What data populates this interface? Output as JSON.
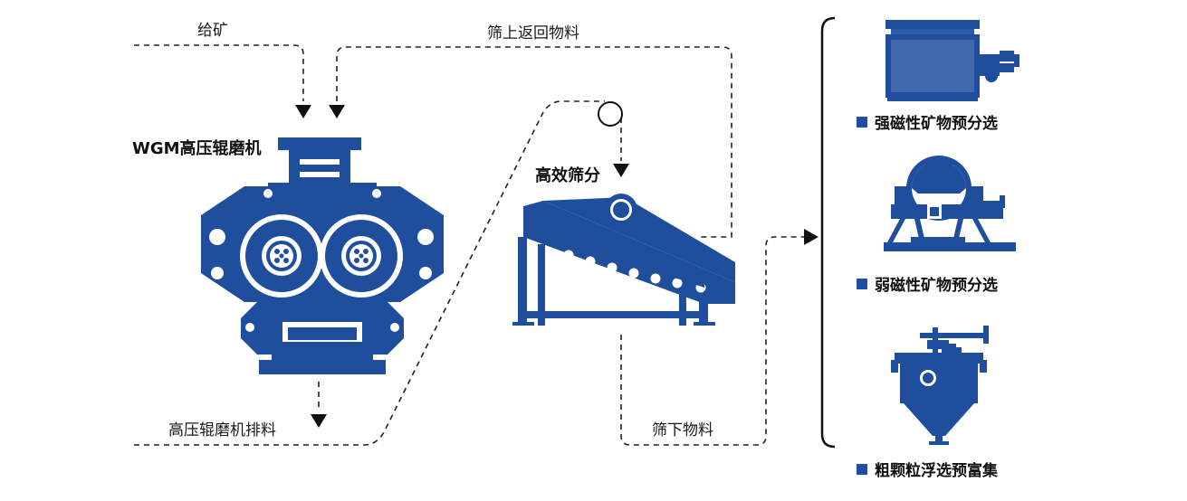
{
  "labels": {
    "feed": "给矿",
    "oversize_return": "筛上返回物料",
    "hpgr_name": "WGM高压辊磨机",
    "screen_name": "高效筛分",
    "hpgr_discharge": "高压辊磨机排料",
    "undersize": "筛下物料"
  },
  "outputs": [
    {
      "label": "强磁性矿物预分选",
      "icon": "strong-magnetic-separator-icon"
    },
    {
      "label": "弱磁性矿物预分选",
      "icon": "weak-magnetic-separator-icon"
    },
    {
      "label": "粗颗粒浮选预富集",
      "icon": "coarse-flotation-cell-icon"
    }
  ],
  "colors": {
    "equipment": "#1f4e9c",
    "line": "#1a1a1a",
    "background": "#ffffff"
  }
}
